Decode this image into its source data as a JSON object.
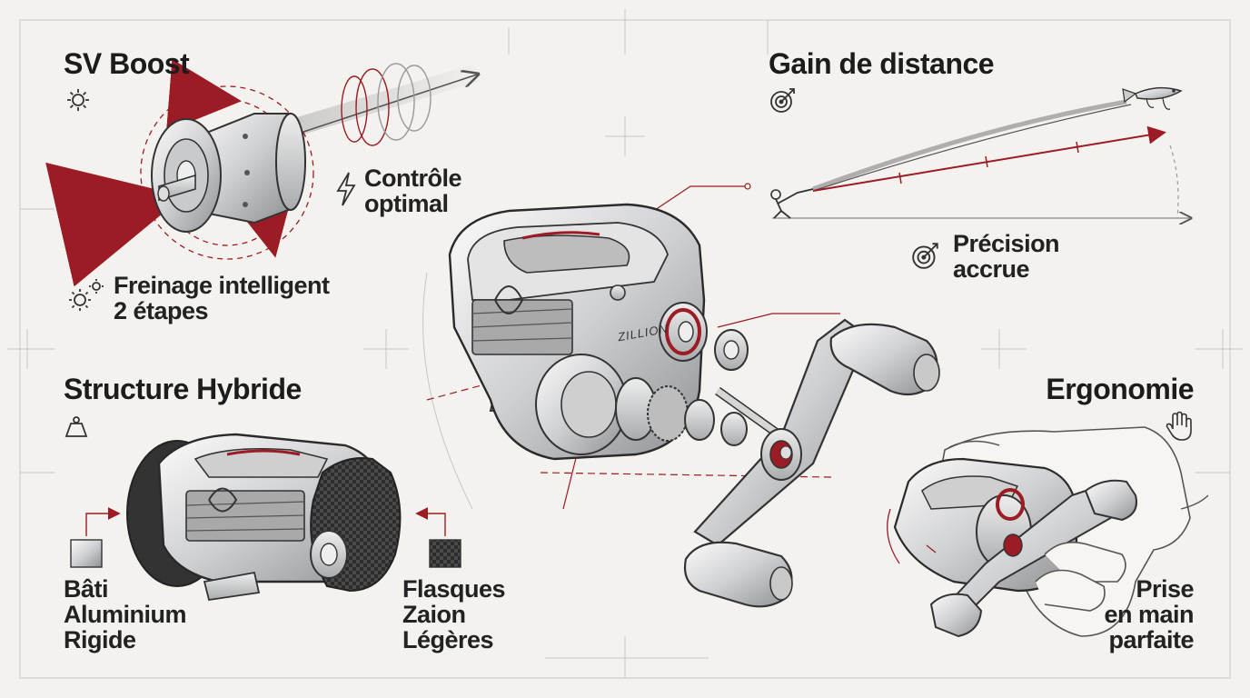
{
  "sections": {
    "sv_boost": {
      "title": "SV Boost",
      "control_label": "Contrôle\noptimal",
      "brake_label": "Freinage intelligent\n2 étapes"
    },
    "distance": {
      "title": "Gain de distance",
      "precision_label": "Précision\naccrue"
    },
    "structure": {
      "title": "Structure Hybride",
      "frame_label": "Bâti\nAluminium\nRigide",
      "sideplate_label": "Flasques\nZaion\nLégères"
    },
    "ergonomie": {
      "title": "Ergonomie",
      "grip_label": "Prise\nen main\nparfaite"
    }
  },
  "reel_brand": "ZILLION",
  "icons": {
    "sv_boost": "gear-icon",
    "control": "lightning-icon",
    "brake": "gears-icon",
    "distance": "target-icon",
    "precision": "target-icon",
    "structure": "weight-icon",
    "ergonomie": "hand-icon"
  },
  "colors": {
    "accent": "#9b1c24",
    "ink": "#2a2a2a",
    "background": "#f3f2ef",
    "guide": "#c8c6c2"
  }
}
